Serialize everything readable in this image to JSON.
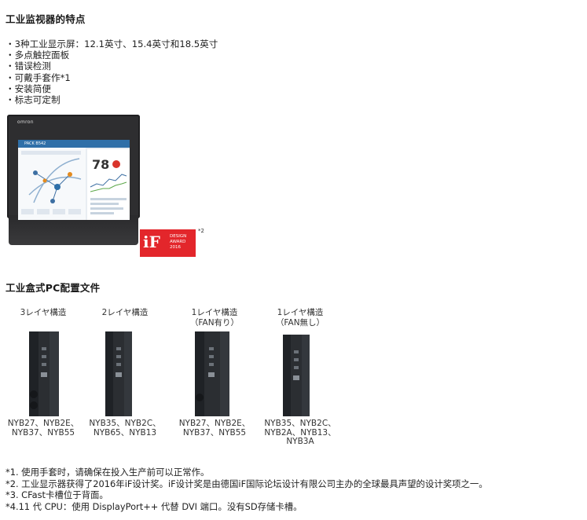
{
  "section1": {
    "title": "工业监视器的特点",
    "features": [
      "・3种工业显示屏：12.1英寸、15.4英寸和18.5英寸",
      "・多点触控面板",
      "・错误检测",
      "・可戴手套作*1",
      "・安装简便",
      "・标志可定制"
    ],
    "monitor": {
      "brand": "omron",
      "screen_header": "PACK B542",
      "gauge_value": "78"
    },
    "award": {
      "logo": "iF",
      "lines": [
        "DESIGN",
        "AWARD",
        "2016"
      ],
      "note": "*2"
    }
  },
  "section2": {
    "title": "工业盒式PC配置文件",
    "configs": [
      {
        "title_lines": [
          "3レイヤ構造"
        ],
        "model_lines": [
          "NYB27、NYB2E、",
          "NYB37、NYB55"
        ]
      },
      {
        "title_lines": [
          "2レイヤ構造"
        ],
        "model_lines": [
          "NYB35、NYB2C、",
          "NYB65、NYB13"
        ]
      },
      {
        "title_lines": [
          "1レイヤ構造",
          "（FAN有り）"
        ],
        "model_lines": [
          "NYB27、NYB2E、",
          "NYB37、NYB55"
        ]
      },
      {
        "title_lines": [
          "1レイヤ構造",
          "（FAN無し）"
        ],
        "model_lines": [
          "NYB35、NYB2C、",
          "NYB2A、NYB13、",
          "NYB3A"
        ]
      }
    ]
  },
  "notes": [
    "*1. 使用手套时，请确保在投入生产前可以正常作。",
    "*2. 工业显示器获得了2016年iF设计奖。iF设计奖是由德国iF国际论坛设计有限公司主办的全球最具声望的设计奖项之一。",
    "*3. CFast卡槽位于背面。",
    "*4.11 代 CPU：使用 DisplayPort++ 代替 DVI 端口。没有SD存储卡槽。"
  ],
  "colors": {
    "award_red": "#e3262b",
    "screen_blue": "#2f6fa8",
    "device_dark": "#2b2e32"
  }
}
